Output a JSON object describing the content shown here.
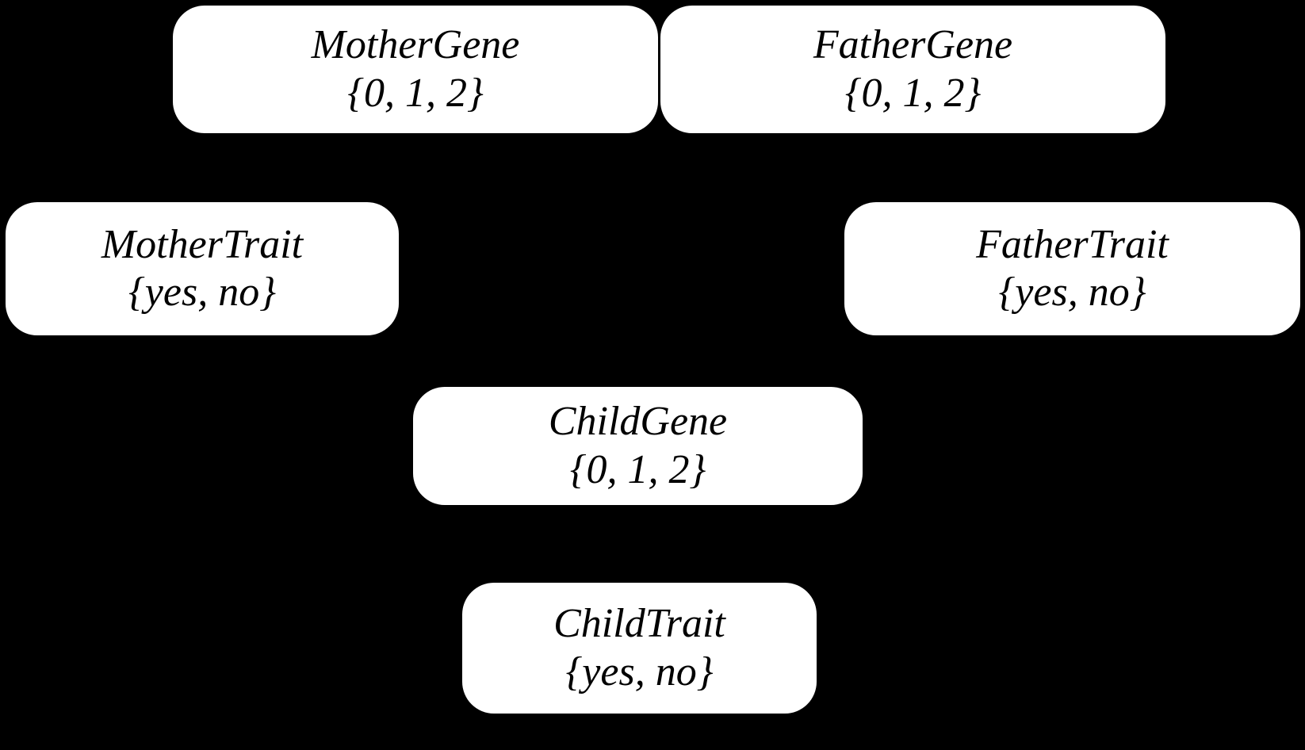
{
  "diagram": {
    "type": "bayesian-network",
    "background_color": "#000000",
    "node_fill_color": "#ffffff",
    "node_text_color": "#000000",
    "nodes": [
      {
        "id": "mother-gene",
        "name": "MotherGene",
        "domain": "{0, 1, 2}"
      },
      {
        "id": "father-gene",
        "name": "FatherGene",
        "domain": "{0, 1, 2}"
      },
      {
        "id": "mother-trait",
        "name": "MotherTrait",
        "domain": "{yes, no}"
      },
      {
        "id": "father-trait",
        "name": "FatherTrait",
        "domain": "{yes, no}"
      },
      {
        "id": "child-gene",
        "name": "ChildGene",
        "domain": "{0, 1, 2}"
      },
      {
        "id": "child-trait",
        "name": "ChildTrait",
        "domain": "{yes, no}"
      }
    ]
  }
}
